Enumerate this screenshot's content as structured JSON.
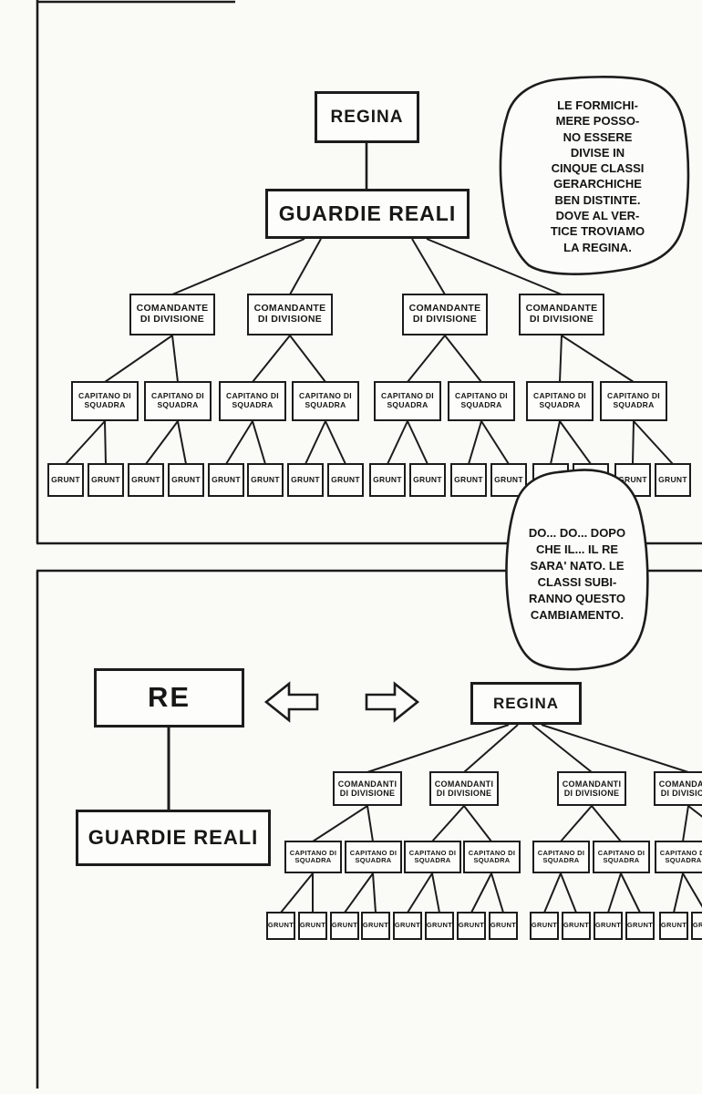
{
  "page": {
    "type": "manga-organization-chart",
    "language": "Italian",
    "colors": {
      "ink": "#1c1c1c",
      "paper": "#fafaf7",
      "box_fill": "#fdfdfb"
    }
  },
  "bubbles": {
    "top": {
      "text": "LE FORMICHI-\nMERE POSSO-\nNO ESSERE\nDIVISE IN\nCINQUE CLASSI\nGERARCHICHE\nBEN DISTINTE.\nDOVE AL VER-\nTICE TROVIAMO\nLA REGINA."
    },
    "bottom": {
      "text": "DO... DO... DOPO\nCHE IL... IL RE\nSARA' NATO. LE\nCLASSI SUBI-\nRANNO QUESTO\nCAMBIAMENTO."
    }
  },
  "chart1": {
    "queen_label": "REGINA",
    "royal_guards_label": "GUARDIE REALI",
    "commander_label": "COMANDANTE\nDI DIVISIONE",
    "captain_label": "CAPITANO DI\nSQUADRA",
    "grunt_label": "GRUNT",
    "structure": {
      "commanders": 4,
      "captains": 8,
      "grunts": 16,
      "captains_per_commander": 2,
      "grunts_per_captain": 2
    }
  },
  "chart2": {
    "king_label": "RE",
    "royal_guards_label": "GUARDIE REALI",
    "queen_label": "REGINA",
    "commander_label": "COMANDANTI\nDI DIVISIONE",
    "captain_label": "CAPITANO DI\nSQUADRA",
    "grunt_label": "GRUNT",
    "structure": {
      "commanders_visible": 4,
      "captains_visible": 7,
      "grunts_visible": 14
    }
  },
  "icons": {
    "arrow_left": "arrow-left-icon",
    "arrow_right": "arrow-right-icon"
  }
}
